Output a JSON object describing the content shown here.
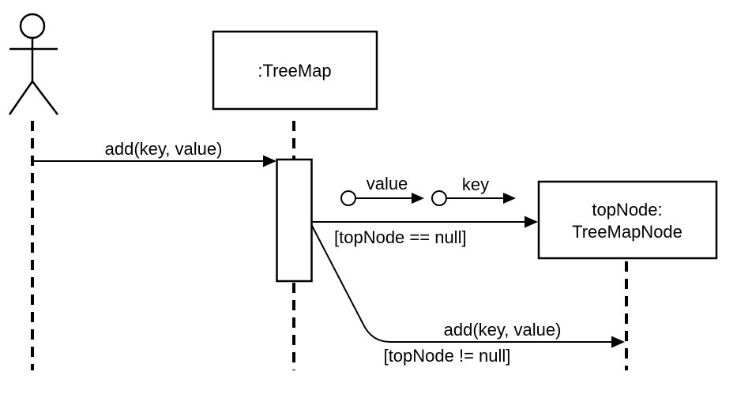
{
  "diagram": {
    "type": "uml-sequence-diagram",
    "colors": {
      "stroke": "#000000",
      "background": "#ffffff",
      "text": "#000000"
    },
    "objects": {
      "treemap": {
        "label": ":TreeMap"
      },
      "topnode": {
        "line1": "topNode:",
        "line2": "TreeMapNode"
      }
    },
    "messages": {
      "actor_add": {
        "label": "add(key, value)"
      },
      "create": {
        "guard": "[topNode == null]"
      },
      "delegate_add": {
        "label": "add(key, value)",
        "guard": "[topNode != null]"
      }
    },
    "tokens": {
      "value": "value",
      "key": "key"
    }
  }
}
